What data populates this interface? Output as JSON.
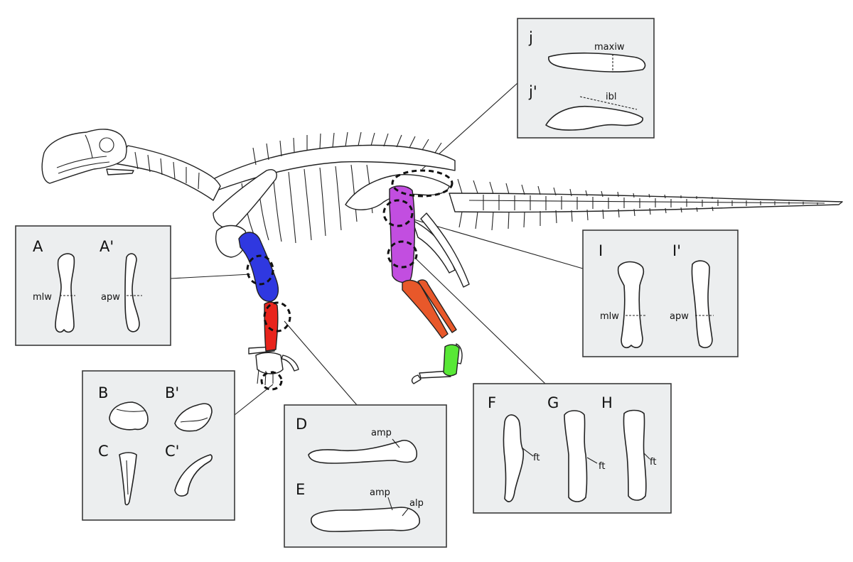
{
  "colors": {
    "humerus": "#2f38e0",
    "radius": "#e8241c",
    "femur": "#c24ee0",
    "tibia_fibula": "#e8582a",
    "metatarsal": "#58e836",
    "panel_fill": "#eceeef"
  },
  "panels": {
    "j": {
      "label": "j",
      "measure": "maxiw"
    },
    "j2": {
      "label": "j'",
      "measure": "ibl"
    },
    "A": {
      "label": "A",
      "measure": "mlw"
    },
    "A2": {
      "label": "A'",
      "measure": "apw"
    },
    "I": {
      "label": "I",
      "measure": "mlw"
    },
    "I2": {
      "label": "I'",
      "measure": "apw"
    },
    "B": {
      "label": "B"
    },
    "B2": {
      "label": "B'"
    },
    "C": {
      "label": "C"
    },
    "C2": {
      "label": "C'"
    },
    "D": {
      "label": "D",
      "measure": "amp"
    },
    "E": {
      "label": "E",
      "measure": "amp",
      "measure2": "alp"
    },
    "F": {
      "label": "F",
      "measure": "ft"
    },
    "G": {
      "label": "G",
      "measure": "ft"
    },
    "H": {
      "label": "H",
      "measure": "ft"
    }
  }
}
